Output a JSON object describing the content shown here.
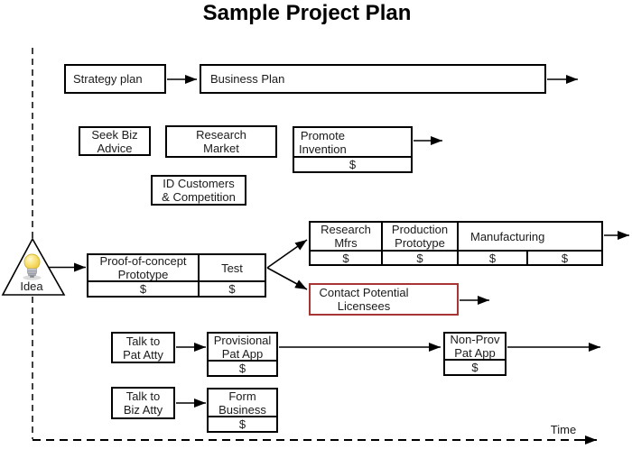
{
  "title": "Sample Project Plan",
  "idea": {
    "label": "Idea"
  },
  "axis": {
    "time_label": "Time"
  },
  "colors": {
    "box_border": "#000000",
    "highlight_border": "#A93434",
    "bulb_yellow": "#F6D54F",
    "bulb_base_gray": "#B9BCC4"
  },
  "boxes": {
    "strategy_plan": {
      "label": "Strategy plan"
    },
    "business_plan": {
      "label": "Business Plan"
    },
    "seek_biz_advice": {
      "label": "Seek Biz\nAdvice"
    },
    "research_market": {
      "label": "Research\nMarket"
    },
    "promote_invention": {
      "label": "Promote\nInvention",
      "cost": "$"
    },
    "id_customers": {
      "label": "ID Customers\n& Competition"
    },
    "proof_of_concept": {
      "label": "Proof-of-concept\nPrototype",
      "cost": "$"
    },
    "test": {
      "label": "Test",
      "cost": "$"
    },
    "research_mfrs": {
      "label": "Research\nMfrs",
      "cost": "$"
    },
    "production_prototype": {
      "label": "Production\nPrototype",
      "cost": "$"
    },
    "manufacturing": {
      "label": "Manufacturing",
      "cost1": "$",
      "cost2": "$"
    },
    "contact_licensees": {
      "label": "Contact Potential\nLicensees"
    },
    "talk_pat_atty": {
      "label": "Talk to\nPat Atty"
    },
    "provisional_pat_app": {
      "label": "Provisional\nPat App",
      "cost": "$"
    },
    "non_prov_pat_app": {
      "label": "Non-Prov\nPat App",
      "cost": "$"
    },
    "talk_biz_atty": {
      "label": "Talk to\nBiz Atty"
    },
    "form_business": {
      "label": "Form\nBusiness",
      "cost": "$"
    }
  }
}
